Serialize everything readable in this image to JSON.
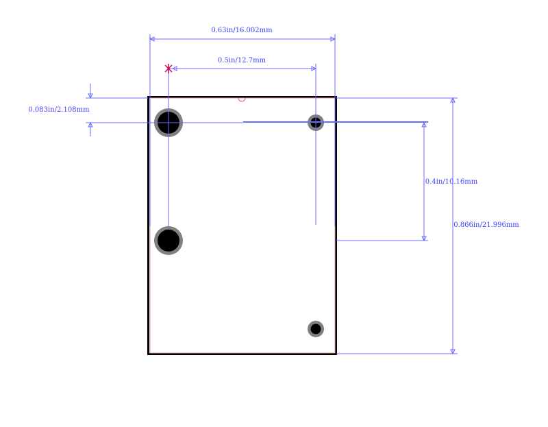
{
  "dimensions": {
    "overall_width": "0.63in/16.002mm",
    "pin_spacing_x": "0.5in/12.7mm",
    "pin_offset_y": "0.083in/2.108mm",
    "pin_spacing_y": "0.4in/10.16mm",
    "overall_height": "0.866in/21.996mm"
  },
  "colors": {
    "dimension": "#6a6aff",
    "outline": "#000000",
    "pad_ring": "#808080",
    "origin_marker": "#cc0055"
  }
}
